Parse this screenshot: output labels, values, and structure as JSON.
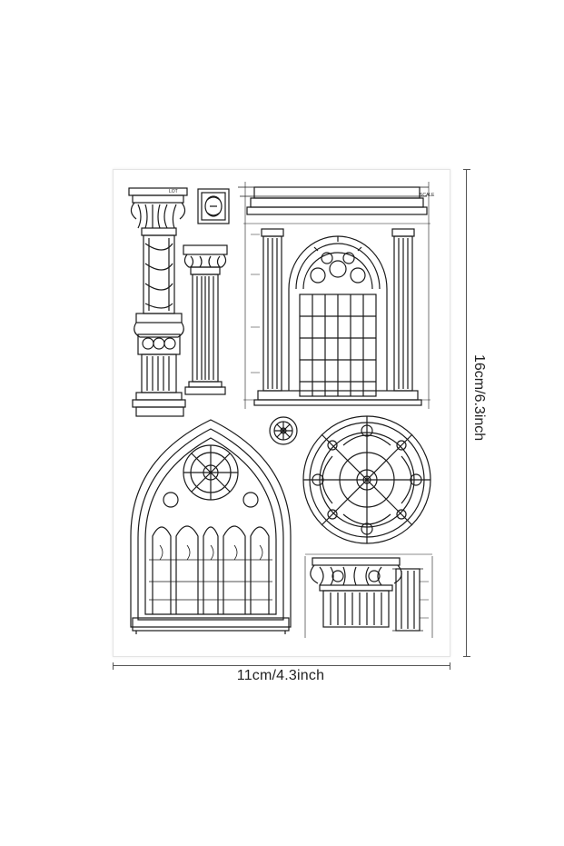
{
  "product": {
    "sheet_stamps": [
      "column-with-vine",
      "ornate-medallion",
      "corinthian-column",
      "arched-doorway-blueprint",
      "small-rosette",
      "gothic-arched-window",
      "rose-window",
      "column-capital-blueprint"
    ]
  },
  "dimensions": {
    "width_label": "11cm/4.3inch",
    "height_label": "16cm/6.3inch"
  },
  "colors": {
    "ink": "#1a1a1a",
    "sheet_border": "#e4e4e4",
    "dimension_line": "#555555"
  }
}
